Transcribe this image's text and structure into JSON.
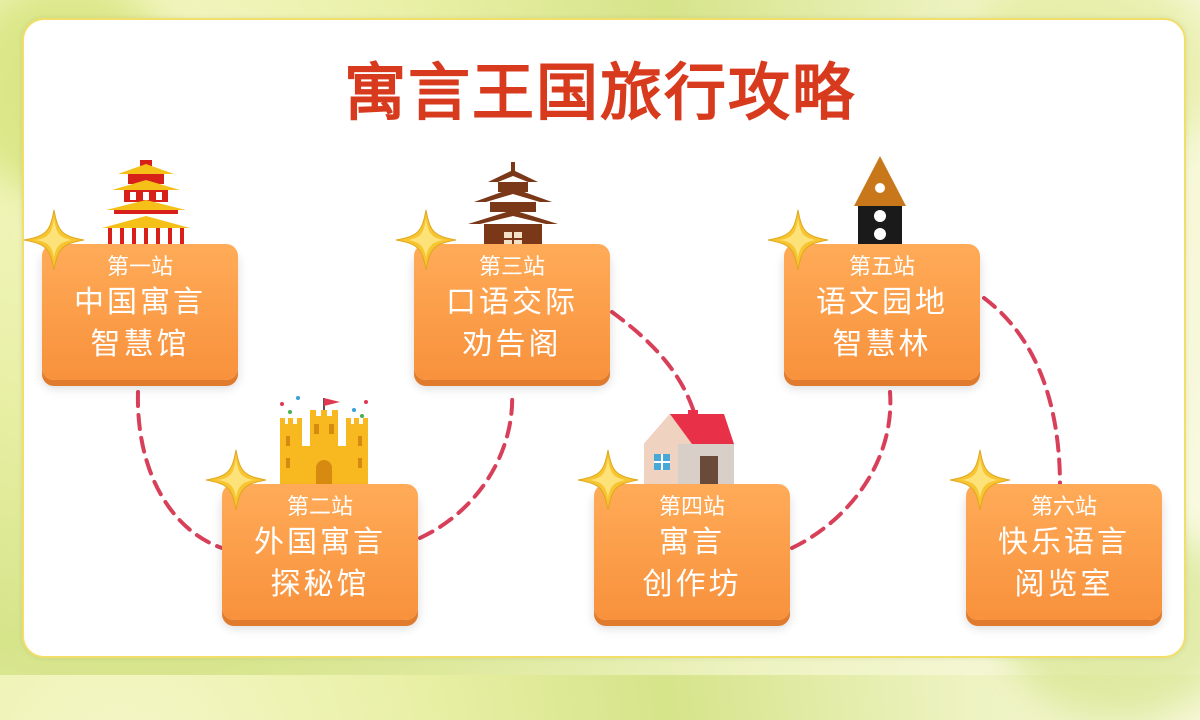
{
  "title": "寓言王国旅行攻略",
  "stations": [
    {
      "num": "第一站",
      "line1": "中国寓言",
      "line2": "智慧馆"
    },
    {
      "num": "第二站",
      "line1": "外国寓言",
      "line2": "探秘馆"
    },
    {
      "num": "第三站",
      "line1": "口语交际",
      "line2": "劝告阁"
    },
    {
      "num": "第四站",
      "line1": "寓言",
      "line2": "创作坊"
    },
    {
      "num": "第五站",
      "line1": "语文园地",
      "line2": "智慧林"
    },
    {
      "num": "第六站",
      "line1": "快乐语言",
      "line2": "阅览室"
    }
  ],
  "colors": {
    "title": "#d83a1e",
    "station": "#f8913c",
    "dash": "#d8405a",
    "star": "#f7c531"
  },
  "icons": [
    "chinese-pavilion-icon",
    "castle-icon",
    "pagoda-icon",
    "house-icon",
    "tower-icon"
  ]
}
